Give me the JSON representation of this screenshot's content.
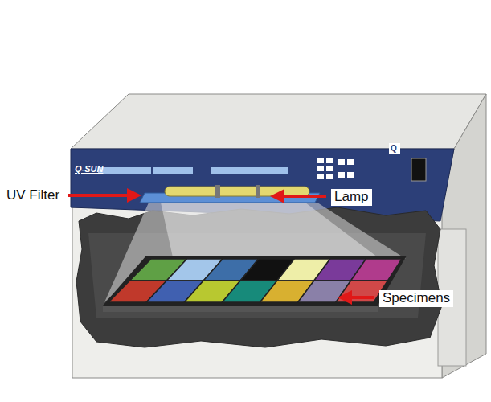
{
  "diagram": {
    "labels": [
      "Q-SUN",
      "Q",
      "UV Filter",
      "Lamp",
      "Specimens"
    ]
  }
}
